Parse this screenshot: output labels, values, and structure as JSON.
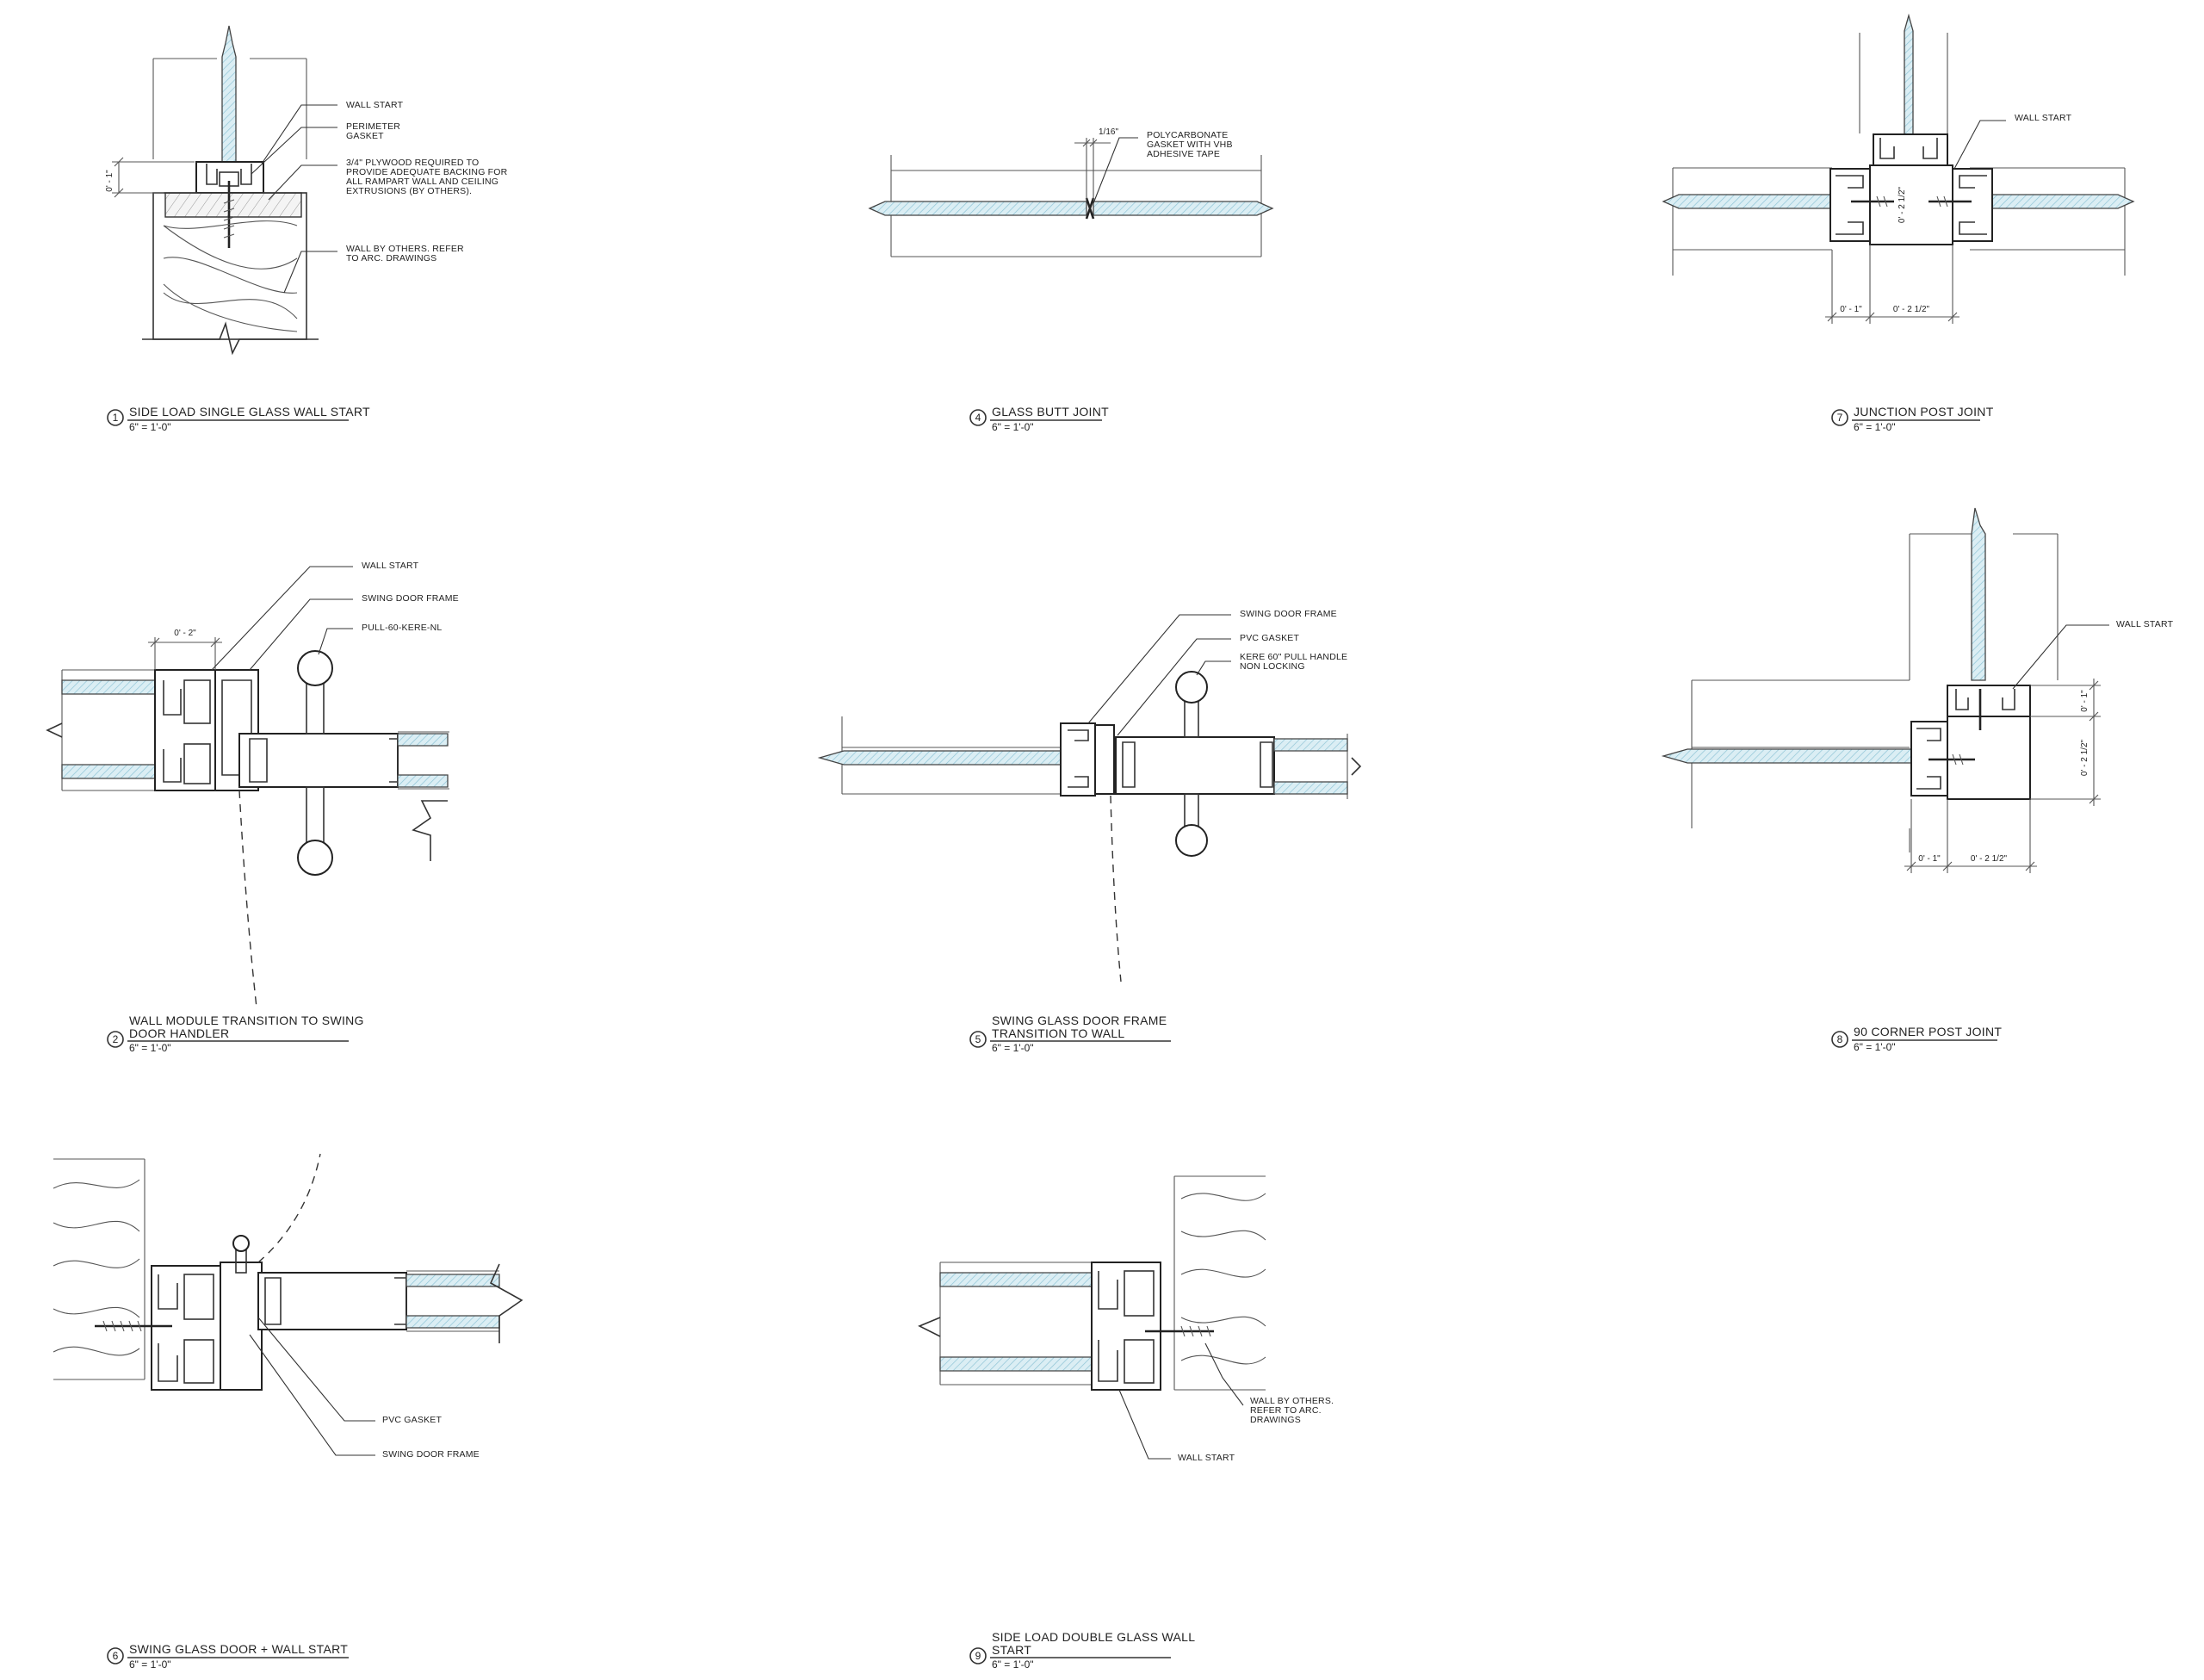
{
  "details": [
    {
      "id": "d1",
      "number": "1",
      "title_lines": [
        "SIDE LOAD SINGLE GLASS WALL START"
      ],
      "scale": "6\" = 1'-0\"",
      "notes": [
        [
          "WALL START"
        ],
        [
          "PERIMETER",
          "GASKET"
        ],
        [
          "3/4\" PLYWOOD REQUIRED TO",
          "PROVIDE ADEQUATE BACKING FOR",
          "ALL RAMPART WALL AND CEILING",
          "EXTRUSIONS (BY OTHERS)."
        ],
        [
          "WALL BY OTHERS. REFER",
          "TO ARC. DRAWINGS"
        ]
      ],
      "dims": [
        "0' - 1\""
      ]
    },
    {
      "id": "d4",
      "number": "4",
      "title_lines": [
        "GLASS BUTT JOINT"
      ],
      "scale": "6\" = 1'-0\"",
      "notes": [
        [
          "POLYCARBONATE",
          "GASKET WITH VHB",
          "ADHESIVE TAPE"
        ]
      ],
      "dims": [
        "1/16\""
      ]
    },
    {
      "id": "d7",
      "number": "7",
      "title_lines": [
        "JUNCTION  POST JOINT"
      ],
      "scale": "6\" = 1'-0\"",
      "notes": [
        [
          "WALL START"
        ]
      ],
      "dims": [
        "0' - 2 1/2\"",
        "0' - 1\"",
        "0' - 2 1/2\""
      ]
    },
    {
      "id": "d2",
      "number": "2",
      "title_lines": [
        "WALL MODULE TRANSITION TO SWING",
        "DOOR HANDLER"
      ],
      "scale": "6\" = 1'-0\"",
      "notes": [
        [
          "WALL START"
        ],
        [
          "SWING DOOR FRAME"
        ],
        [
          "PULL-60-KERE-NL"
        ]
      ],
      "dims": [
        "0' - 2\""
      ]
    },
    {
      "id": "d5",
      "number": "5",
      "title_lines": [
        "SWING GLASS DOOR FRAME",
        "TRANSITION TO WALL"
      ],
      "scale": "6\" = 1'-0\"",
      "notes": [
        [
          "SWING DOOR FRAME"
        ],
        [
          "PVC GASKET"
        ],
        [
          "KERE 60\" PULL HANDLE",
          "NON LOCKING"
        ]
      ],
      "dims": []
    },
    {
      "id": "d8",
      "number": "8",
      "title_lines": [
        "90 CORNER POST JOINT"
      ],
      "scale": "6\" = 1'-0\"",
      "notes": [
        [
          "WALL START"
        ]
      ],
      "dims": [
        "0' - 1\"",
        "0' - 2 1/2\"",
        "0' - 1\"",
        "0' - 2 1/2\""
      ]
    },
    {
      "id": "d6",
      "number": "6",
      "title_lines": [
        "SWING GLASS DOOR + WALL START"
      ],
      "scale": "6\" = 1'-0\"",
      "notes": [
        [
          "PVC GASKET"
        ],
        [
          "SWING DOOR FRAME"
        ]
      ],
      "dims": []
    },
    {
      "id": "d9",
      "number": "9",
      "title_lines": [
        "SIDE LOAD DOUBLE GLASS WALL",
        "START"
      ],
      "scale": "6\" = 1'-0\"",
      "notes": [
        [
          "WALL BY OTHERS.",
          "REFER TO ARC.",
          "DRAWINGS"
        ],
        [
          "WALL START"
        ]
      ],
      "dims": []
    }
  ]
}
